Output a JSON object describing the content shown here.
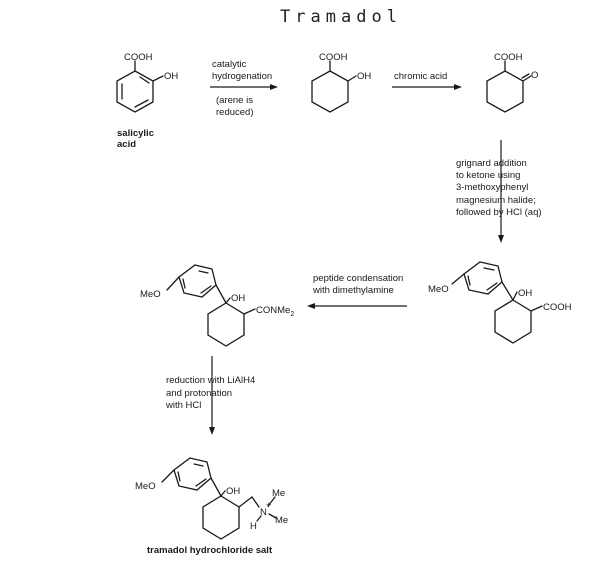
{
  "title": "Tramadol",
  "compounds": {
    "salicylic": {
      "cooh": "COOH",
      "oh": "OH",
      "name_line1": "salicylic",
      "name_line2": "acid"
    },
    "hydroxy_acid": {
      "cooh": "COOH",
      "oh": "OH"
    },
    "keto_acid": {
      "cooh": "COOH",
      "o": "O"
    },
    "aryl_acid": {
      "meo": "MeO",
      "oh": "OH",
      "cooh": "COOH"
    },
    "amide": {
      "meo": "MeO",
      "oh": "OH",
      "conme2": "CONMe",
      "sub2": "2"
    },
    "tramadol": {
      "meo": "MeO",
      "oh": "OH",
      "n": "N",
      "plus": "+",
      "h": "H",
      "me_top": "Me",
      "me_bot": "Me",
      "name": "tramadol hydrochloride salt"
    }
  },
  "steps": {
    "step1": {
      "line1": "catalytic",
      "line2": "hydrogenation",
      "line3": "(arene is",
      "line4": "reduced)"
    },
    "step2": {
      "line1": "chromic acid"
    },
    "step3": {
      "line1": "grignard addition",
      "line2": "to ketone using",
      "line3": "3-methoxyphenyl",
      "line4": "magnesium halide;",
      "line5": "followed by HCl (aq)"
    },
    "step4": {
      "line1": "peptide condensation",
      "line2": "with dimethylamine"
    },
    "step5": {
      "line1": "reduction with LiAlH4",
      "line2": "and protonation",
      "line3": "with HCl"
    }
  }
}
